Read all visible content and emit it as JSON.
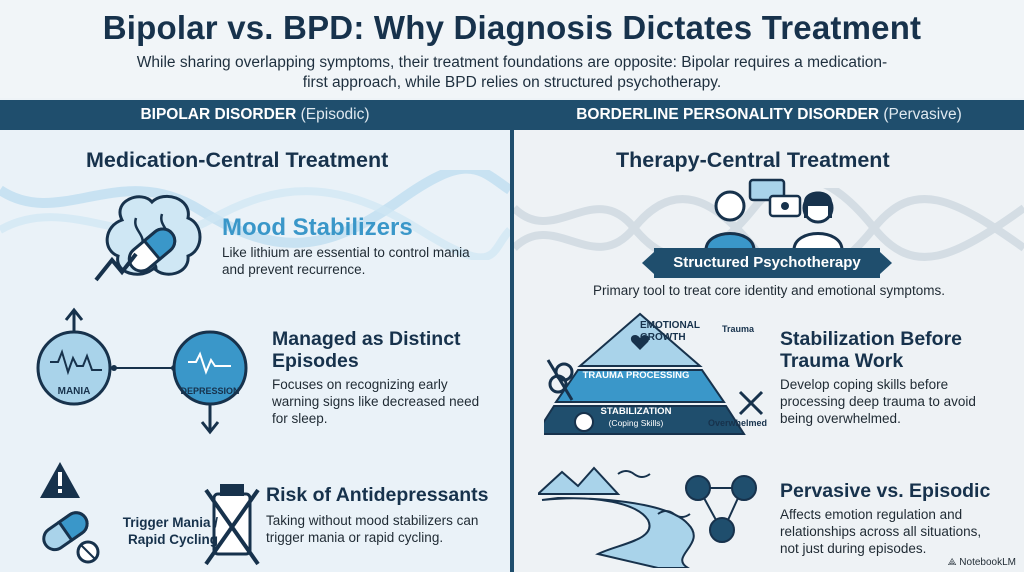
{
  "header": {
    "title": "Bipolar vs. BPD: Why Diagnosis Dictates Treatment",
    "subtitle": "While sharing overlapping symptoms, their treatment foundations are opposite: Bipolar requires a medication-first approach, while BPD relies on structured psychotherapy."
  },
  "left": {
    "bar_label": "BIPOLAR DISORDER",
    "bar_paren": "(Episodic)",
    "panel_title": "Medication-Central Treatment",
    "mood": {
      "heading": "Mood Stabilizers",
      "text": "Like lithium are essential to control mania and prevent recurrence."
    },
    "episodes": {
      "mania_label": "MANIA",
      "depression_label": "DEPRESSION",
      "heading": "Managed as Distinct Episodes",
      "text": "Focuses on recognizing early warning signs like decreased need for sleep."
    },
    "antidep": {
      "trigger_label": "Trigger Mania / Rapid Cycling",
      "heading": "Risk of Antidepressants",
      "text": "Taking without mood stabilizers can trigger mania or rapid cycling."
    }
  },
  "right": {
    "bar_label": "BORDERLINE PERSONALITY DISORDER",
    "bar_paren": "(Pervasive)",
    "panel_title": "Therapy-Central Treatment",
    "banner": "Structured Psychotherapy",
    "banner_caption": "Primary tool to treat core identity and emotional symptoms.",
    "pyramid": {
      "top": "EMOTIONAL GROWTH",
      "middle": "TRAUMA PROCESSING",
      "bottom": "STABILIZATION",
      "bottom_sub": "(Coping Skills)",
      "trauma_tag": "Trauma",
      "overwhelmed_tag": "Overwhelmed"
    },
    "stabilization": {
      "heading": "Stabilization Before Trauma Work",
      "text": "Develop coping skills before processing deep trauma to avoid being overwhelmed."
    },
    "pervasive": {
      "heading": "Pervasive vs. Episodic",
      "text": "Affects emotion regulation and relationships across all situations, not just during episodes."
    }
  },
  "footer": {
    "logo": "NotebookLM"
  },
  "colors": {
    "navy": "#1f4e6d",
    "accent": "#3a97c9",
    "light": "#a9d3ea",
    "bg_left": "#eaf2f8"
  }
}
